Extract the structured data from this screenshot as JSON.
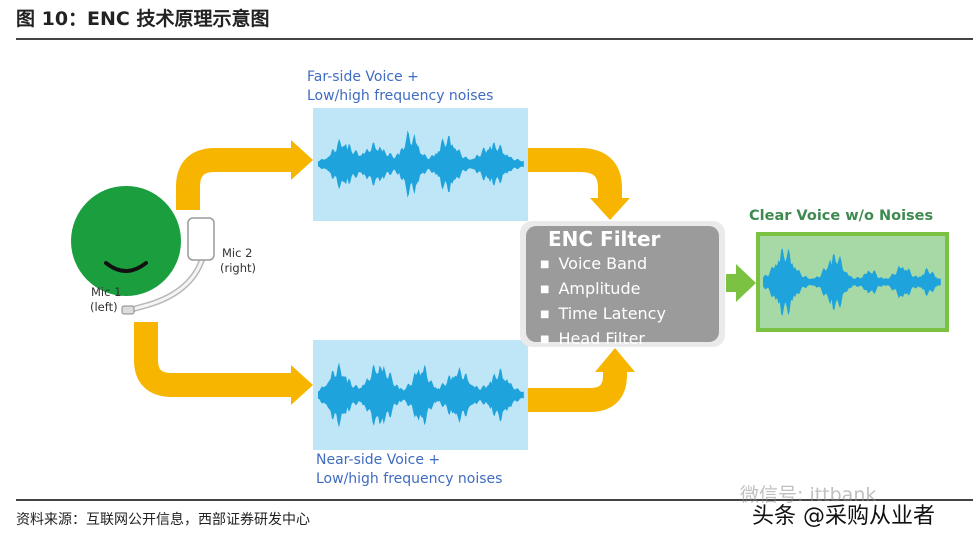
{
  "figure": {
    "title": "图 10：ENC 技术原理示意图",
    "source": "资料来源：互联网公开信息，西部证券研发中心"
  },
  "labels": {
    "far_side_line1": "Far-side Voice +",
    "far_side_line2": "Low/high frequency noises",
    "near_side_line1": "Near-side Voice +",
    "near_side_line2": "Low/high frequency noises",
    "clear_voice": "Clear Voice w/o Noises",
    "mic1_line1": "Mic 1",
    "mic1_line2": "(left)",
    "mic2_line1": "Mic 2",
    "mic2_line2": "(right)"
  },
  "enc_filter": {
    "title": "ENC Filter",
    "items": [
      "Voice Band",
      "Amplitude",
      "Time Latency",
      "Head Filter"
    ]
  },
  "watermark": {
    "line1": "微信号: ittbank",
    "line2": "头条 @采购从业者"
  },
  "colors": {
    "arrow": "#f7b500",
    "green_arrow": "#7cc242",
    "wave_bg": "#bfe6f7",
    "wave": "#1fa3dc",
    "clear_bg": "#7cc242",
    "enc_box": "#9b9b9b",
    "head": "#1b9e3e"
  }
}
